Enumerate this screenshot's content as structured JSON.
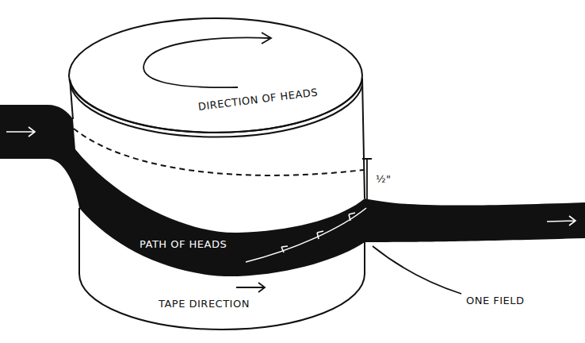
{
  "diagram": {
    "labels": [
      "DIRECTION OF HEADS",
      "½\"",
      "PATH OF HEADS",
      "TAPE DIRECTION",
      "ONE FIELD"
    ]
  }
}
